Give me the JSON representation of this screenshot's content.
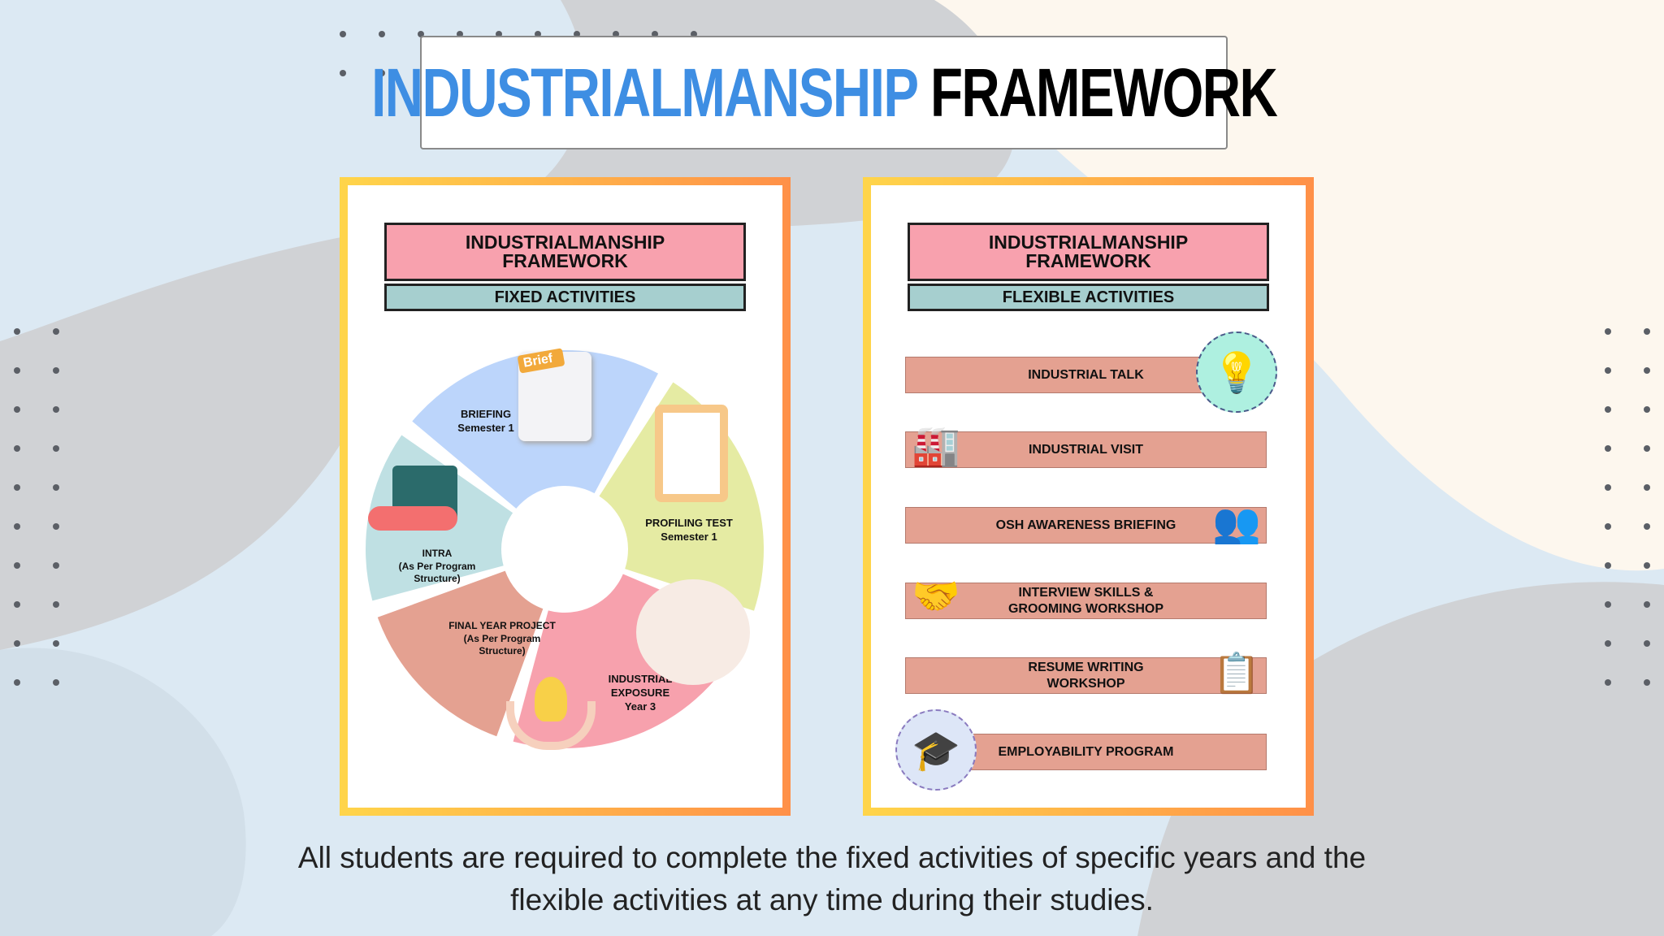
{
  "title": {
    "part1": "INDUSTRIALMANSHIP",
    "part2": "FRAMEWORK"
  },
  "fixed_card": {
    "header": "INDUSTRIALMANSHIP",
    "header2": "FRAMEWORK",
    "subheader": "FIXED ACTIVITIES",
    "segments": [
      {
        "title": "BRIEFING",
        "sub": "Semester 1",
        "color": "#bcd5fb"
      },
      {
        "title": "PROFILING TEST",
        "sub": "Semester 1",
        "color": "#e5eba3"
      },
      {
        "title": "INDUSTRIAL",
        "title2": "EXPOSURE",
        "sub": "Year 3",
        "color": "#f7a1ad"
      },
      {
        "title": "FINAL YEAR PROJECT",
        "sub": "(As Per Program",
        "sub2": "Structure)",
        "color": "#e4a191"
      },
      {
        "title": "INTRA",
        "sub": "(As Per Program",
        "sub2": "Structure)",
        "color": "#bfe0e3"
      }
    ],
    "icon_text": "Brief"
  },
  "flexible_card": {
    "header": "INDUSTRIALMANSHIP",
    "header2": "FRAMEWORK",
    "subheader": "FLEXIBLE ACTIVITIES",
    "items": [
      {
        "line1": "INDUSTRIAL TALK",
        "icon": "brain-idea-icon"
      },
      {
        "line1": "INDUSTRIAL VISIT",
        "icon": "factory-icon"
      },
      {
        "line1": "OSH AWARENESS BRIEFING",
        "icon": "presentation-icon"
      },
      {
        "line1": "INTERVIEW SKILLS &",
        "line2": "GROOMING WORKSHOP",
        "icon": "interview-icon"
      },
      {
        "line1": "RESUME WRITING",
        "line2": "WORKSHOP",
        "icon": "resume-icon"
      },
      {
        "line1": "EMPLOYABILITY PROGRAM",
        "icon": "employability-icon"
      }
    ]
  },
  "footer": {
    "line1": "All students are required to complete the fixed activities of specific years and the",
    "line2": "flexible activities at any time during their studies."
  }
}
